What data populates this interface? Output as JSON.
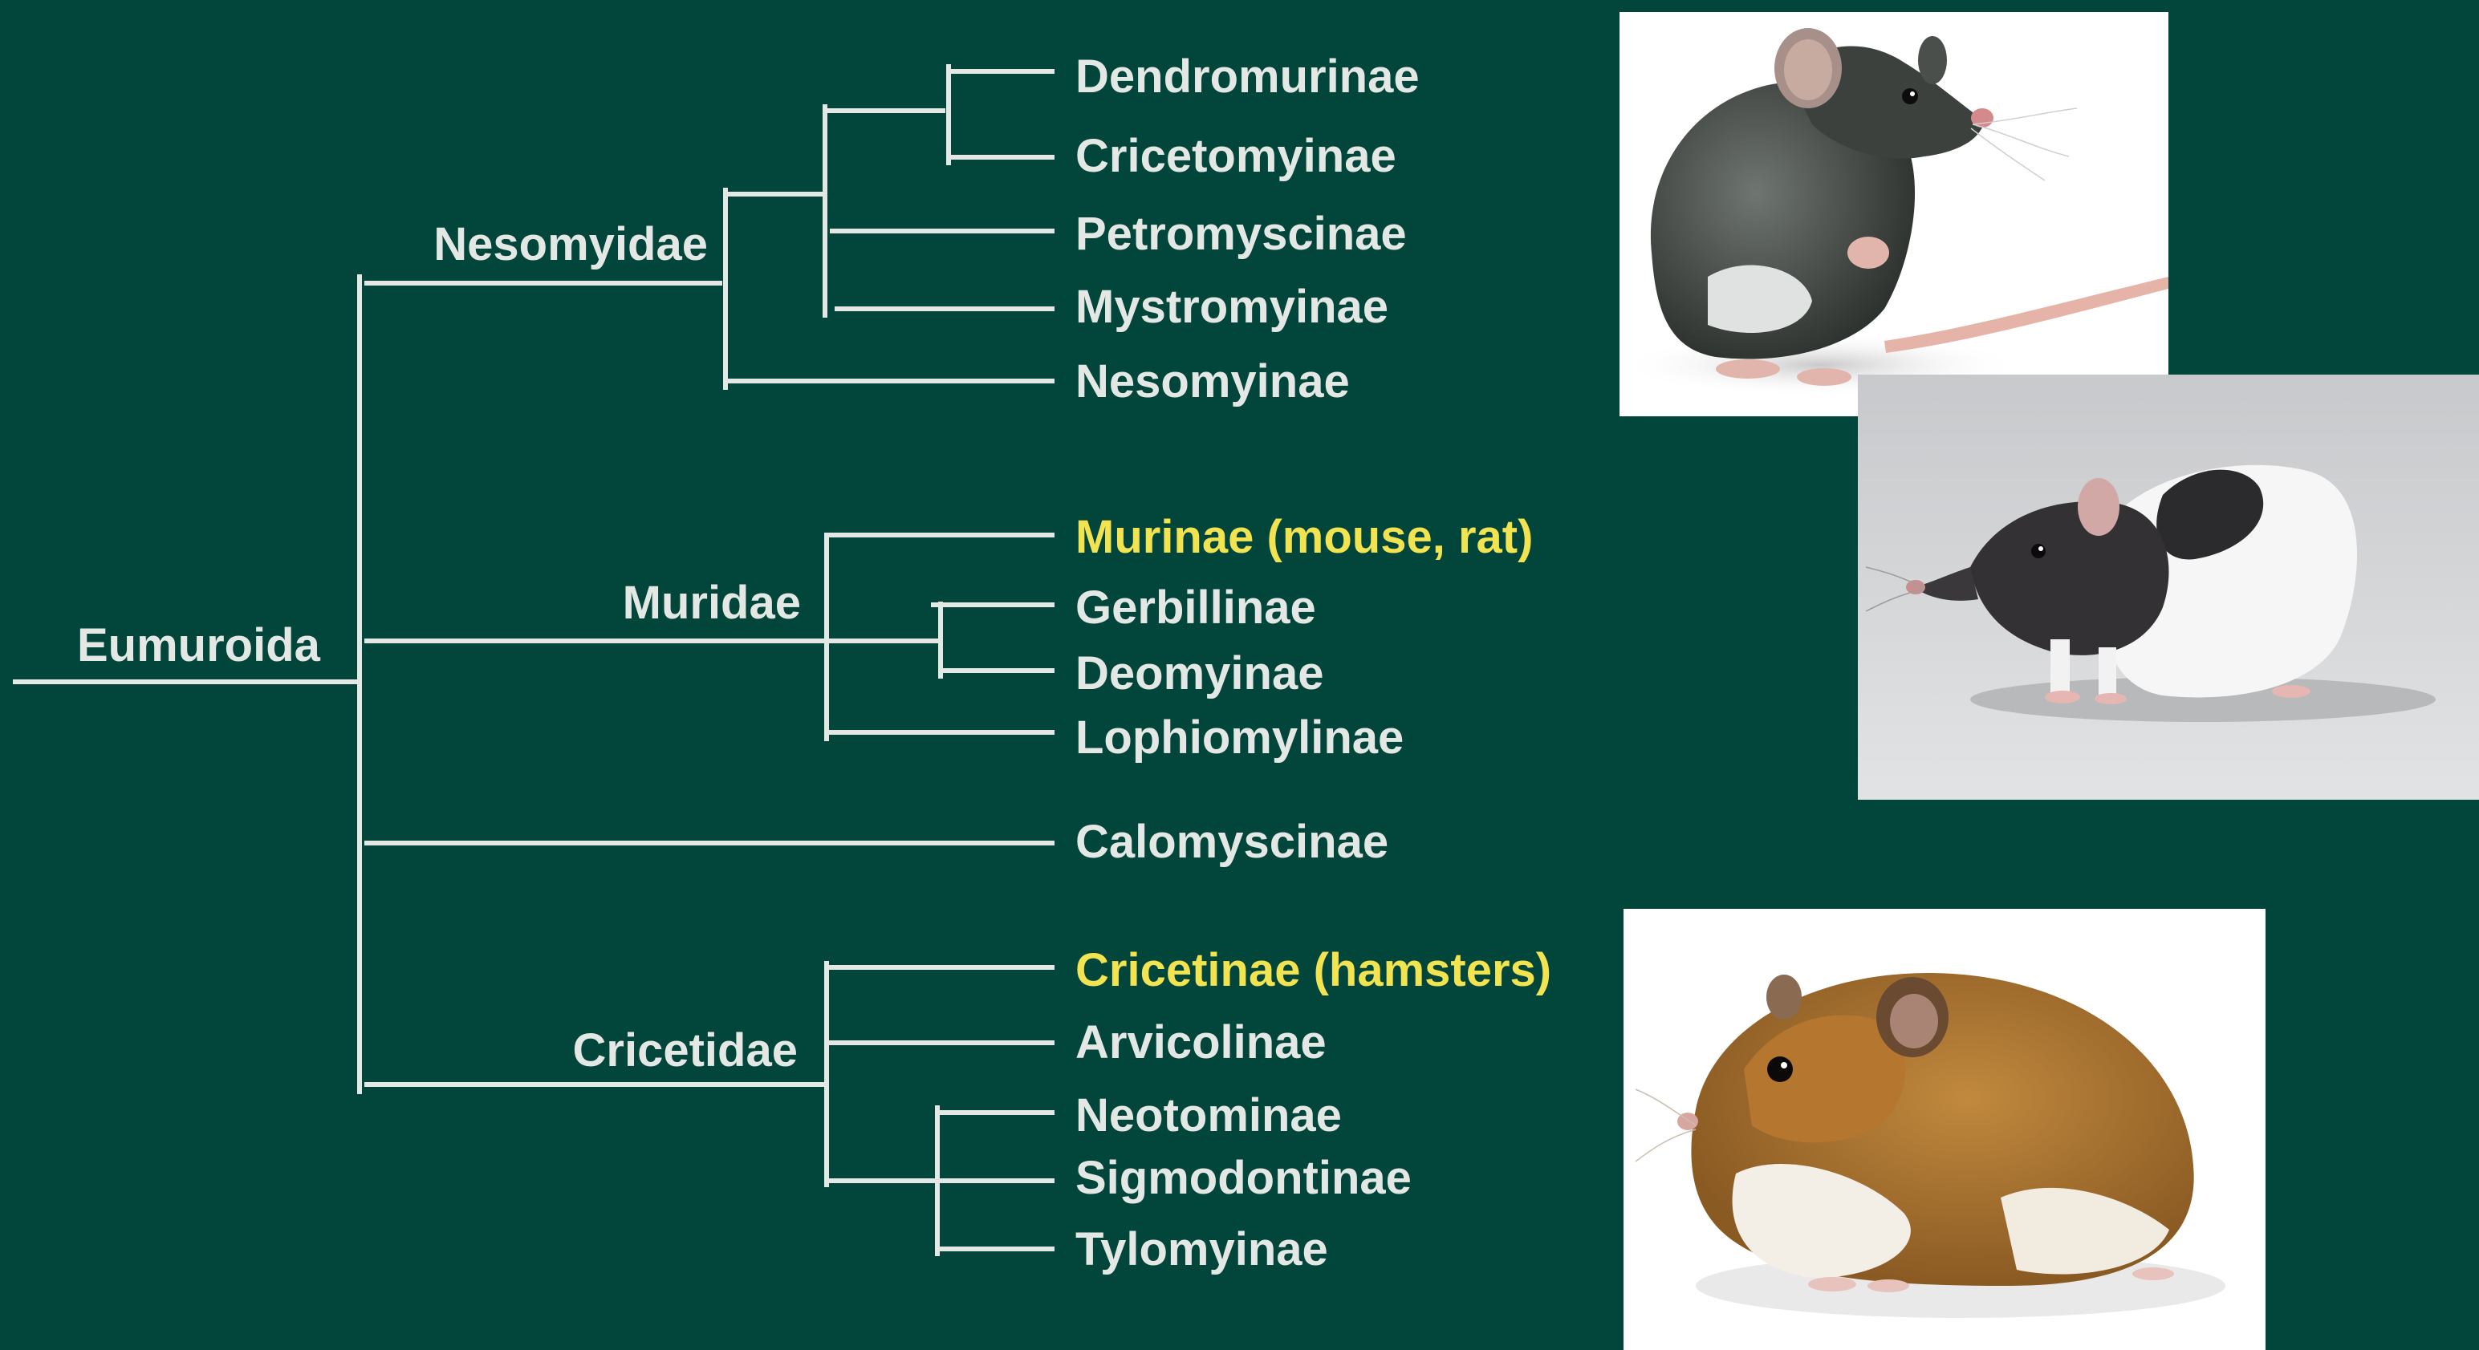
{
  "root": "Eumuroida",
  "clades": {
    "nesomyidae": "Nesomyidae",
    "muridae": "Muridae",
    "cricetidae": "Cricetidae"
  },
  "taxa": {
    "dendromurinae": "Dendromurinae",
    "cricetomyinae": "Cricetomyinae",
    "petromyscinae": "Petromyscinae",
    "mystromyinae": "Mystromyinae",
    "nesomyinae": "Nesomyinae",
    "murinae": "Murinae (mouse, rat)",
    "gerbillinae": "Gerbillinae",
    "deomyinae": "Deomyinae",
    "lophiomyinae": "Lophiomylinae",
    "calomyscinae": "Calomyscinae",
    "cricetinae": "Cricetinae (hamsters)",
    "arvicolinae": "Arvicolinae",
    "neotominae": "Neotominae",
    "sigmodontinae": "Sigmodontinae",
    "tylomyinae": "Tylomyinae"
  },
  "highlighted": [
    "murinae",
    "cricetinae"
  ],
  "colors": {
    "background": "#02453b",
    "line": "#e4e8e5",
    "label": "#e4e8e5",
    "highlight": "#f2e350"
  },
  "photos": {
    "mouse": "mouse-photo",
    "rat": "rat-photo",
    "hamster": "hamster-photo"
  }
}
